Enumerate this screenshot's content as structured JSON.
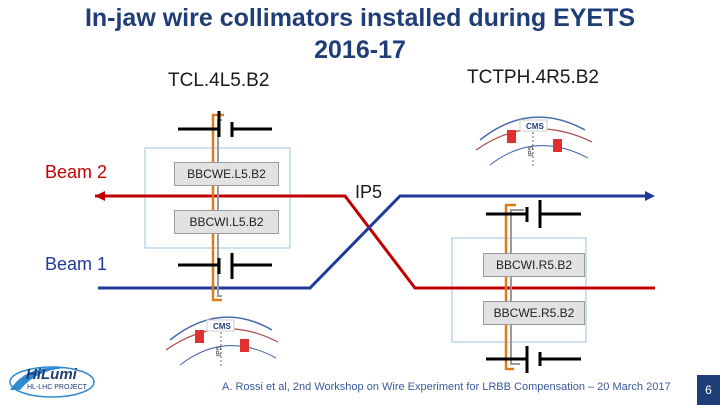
{
  "title_line1": "In-jaw wire collimators installed during EYETS",
  "title_line2": "2016-17",
  "collimator_left": "TCL.4L5.B2",
  "collimator_right": "TCTPH.4R5.B2",
  "beam2_label": "Beam 2",
  "beam1_label": "Beam 1",
  "ip_label": "IP5",
  "boxes": {
    "bbcwe_l5": "BBCWE.L5.B2",
    "bbcwi_l5": "BBCWI.L5.B2",
    "bbcwi_r5": "BBCWI.R5.B2",
    "bbcwe_r5": "BBCWE.R5.B2"
  },
  "cms_label": "CMS",
  "ip5_small": "IP5",
  "footer": "A. Rossi et al, 2nd Workshop on Wire Experiment for LRBB Compensation – 20 March 2017",
  "page_number": "6",
  "logo": {
    "main": "HiLumi",
    "sub": "HL-LHC PROJECT"
  },
  "colors": {
    "beam1": "#1f3a9a",
    "beam2": "#c00000",
    "wire": "#e07b1a",
    "title": "#1f3e78"
  }
}
